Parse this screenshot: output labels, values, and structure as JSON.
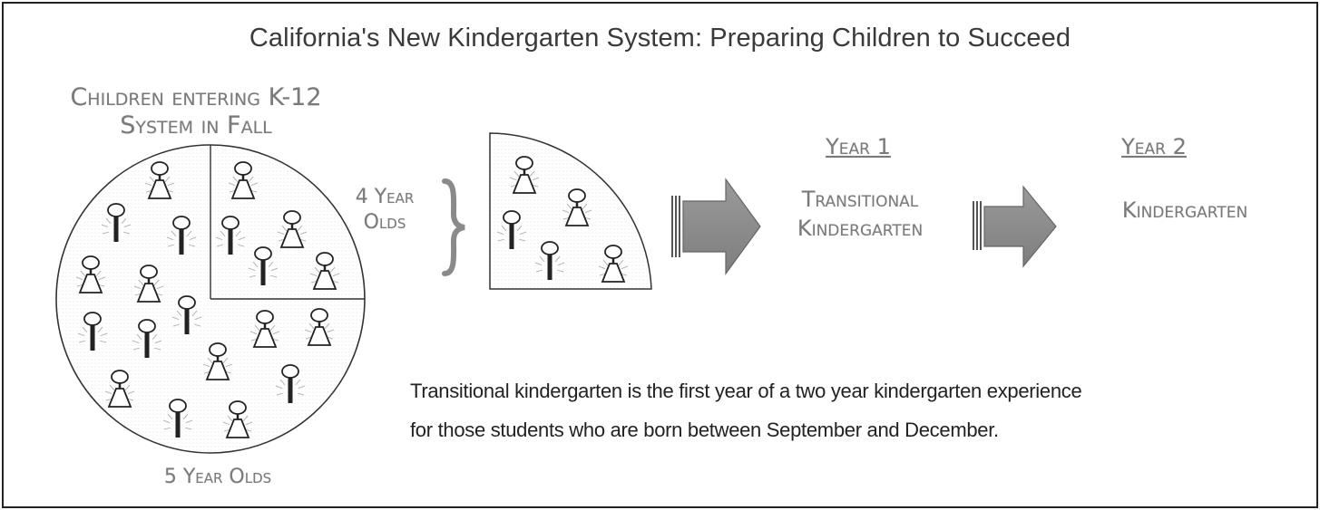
{
  "title": "California's New Kindergarten System: Preparing Children to Succeed",
  "circle_label_top_line1": "Children entering K-12",
  "circle_label_top_line2": "System in Fall",
  "four_year_line1": "4 Year",
  "four_year_line2": "Olds",
  "five_year_label": "5 Year Olds",
  "year1_label": "Year 1",
  "year2_label": "Year 2",
  "transitional_line1": "Transitional",
  "transitional_line2": "Kindergarten",
  "kindergarten_label": "Kindergarten",
  "description_line1": "Transitional kindergarten is the first year of a two year kindergarten experience",
  "description_line2": "for those students who are born between September and December.",
  "colors": {
    "border": "#222222",
    "arrow": "#8c8c8c",
    "label": "#7a7a7a"
  },
  "icons": [
    "girl-figure-icon",
    "boy-figure-icon",
    "bracket-icon",
    "arrow-right-icon"
  ]
}
